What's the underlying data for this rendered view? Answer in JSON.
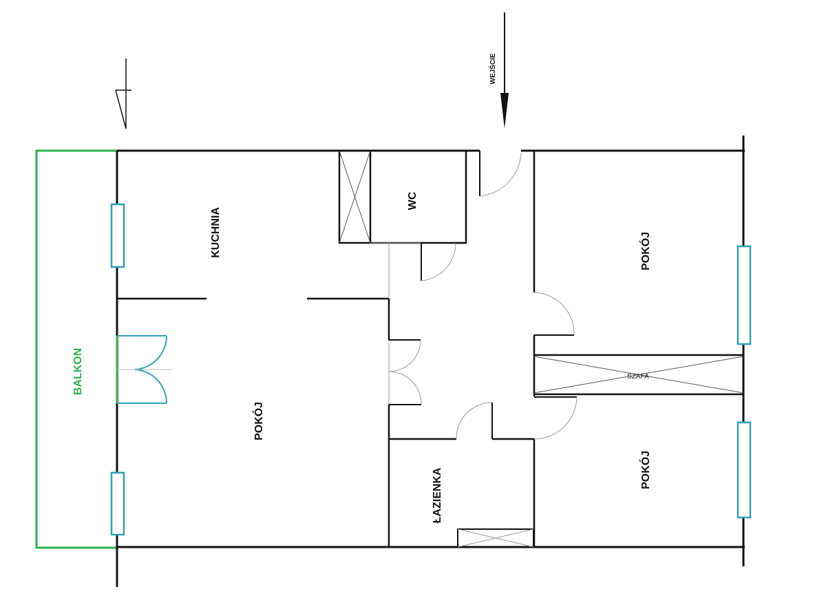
{
  "entrance_label": "WEJŚCIE",
  "rooms": {
    "kitchen": "KUCHNIA",
    "wc": "WC",
    "room_top_right": "POKÓJ",
    "room_living": "POKÓJ",
    "room_bottom_right": "POKÓJ",
    "balcony": "BALKON",
    "wardrobe": "SZAFA",
    "bathroom": "ŁAZIENKA"
  },
  "colors": {
    "walls": "#111111",
    "windows": "#2aa3b5",
    "balcony": "#2db34a"
  }
}
